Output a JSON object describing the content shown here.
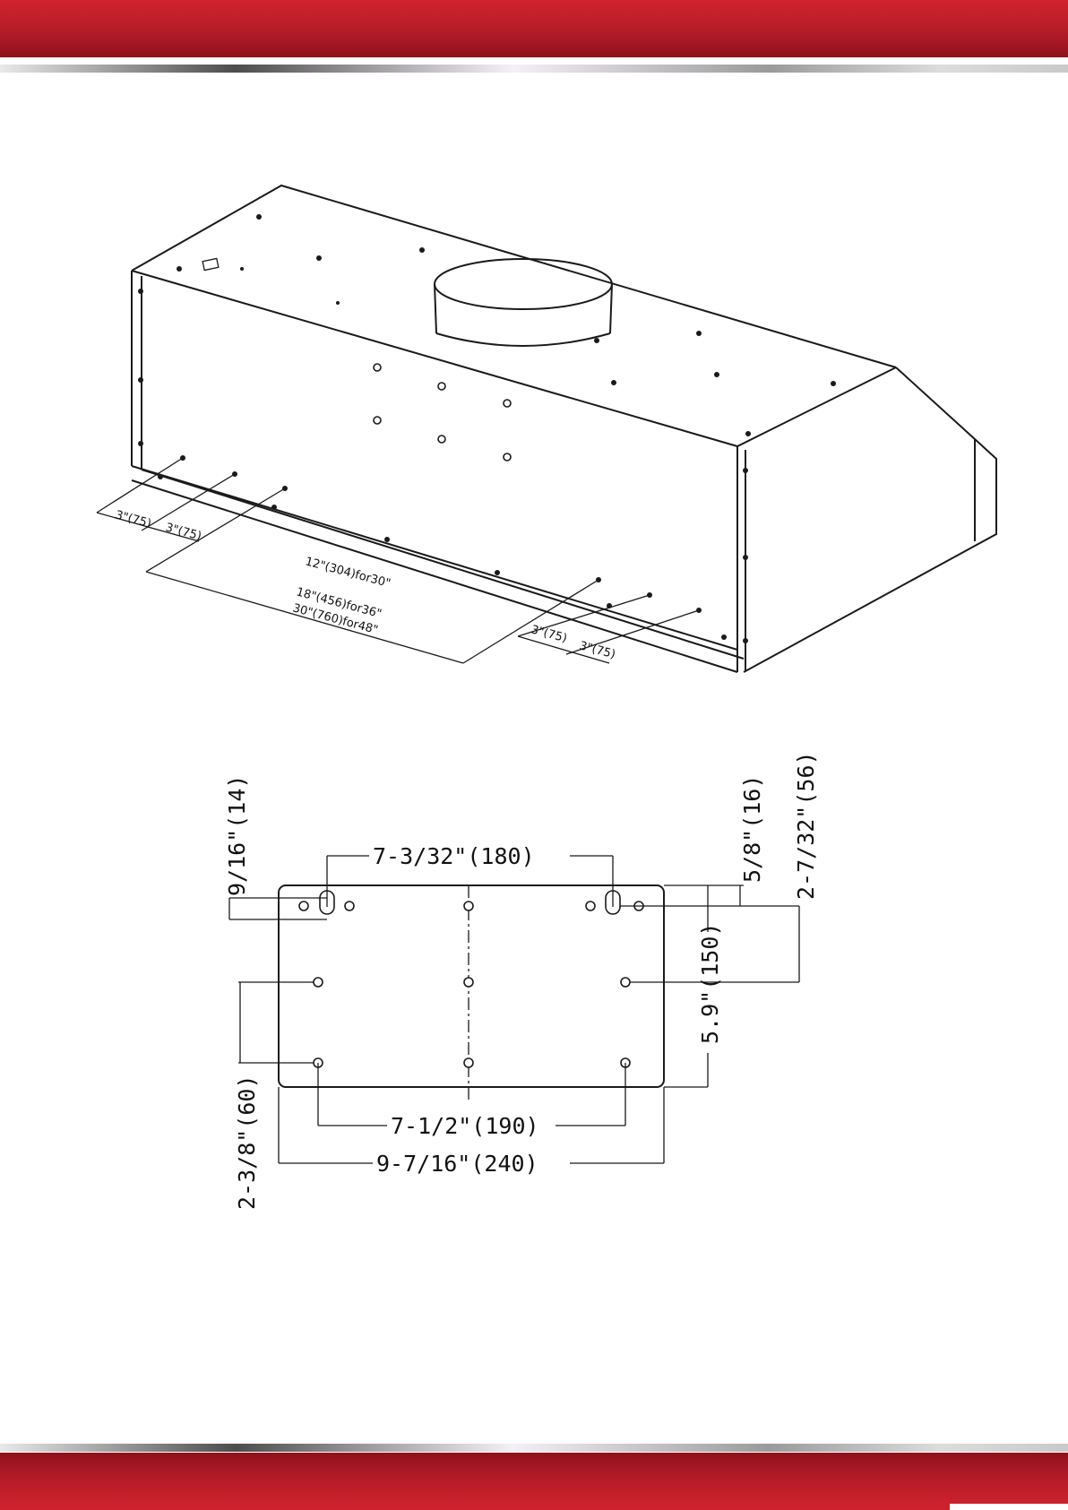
{
  "colors": {
    "band_red": "#b51c27",
    "line": "#1a1a1a"
  },
  "iso_drawing": {
    "labels": {
      "d1": "3\"(75)",
      "d2": "3\"(75)",
      "d3": "12\"(304)for30\"",
      "d4": "18\"(456)for36\"",
      "d5": "30\"(760)for48\"",
      "d6": "3\"(75)",
      "d7": "3\"(75)"
    }
  },
  "plate_drawing": {
    "labels": {
      "top_span": "7-3/32\"(180)",
      "left_top": "9/16\"(14)",
      "right_small": "5/8\"(16)",
      "right_outer": "2-7/32\"(56)",
      "right_height": "5.9\"(150)",
      "left_height": "2-3/8\"(60)",
      "bottom_inner": "7-1/2\"(190)",
      "bottom_outer": "9-7/16\"(240)"
    }
  }
}
